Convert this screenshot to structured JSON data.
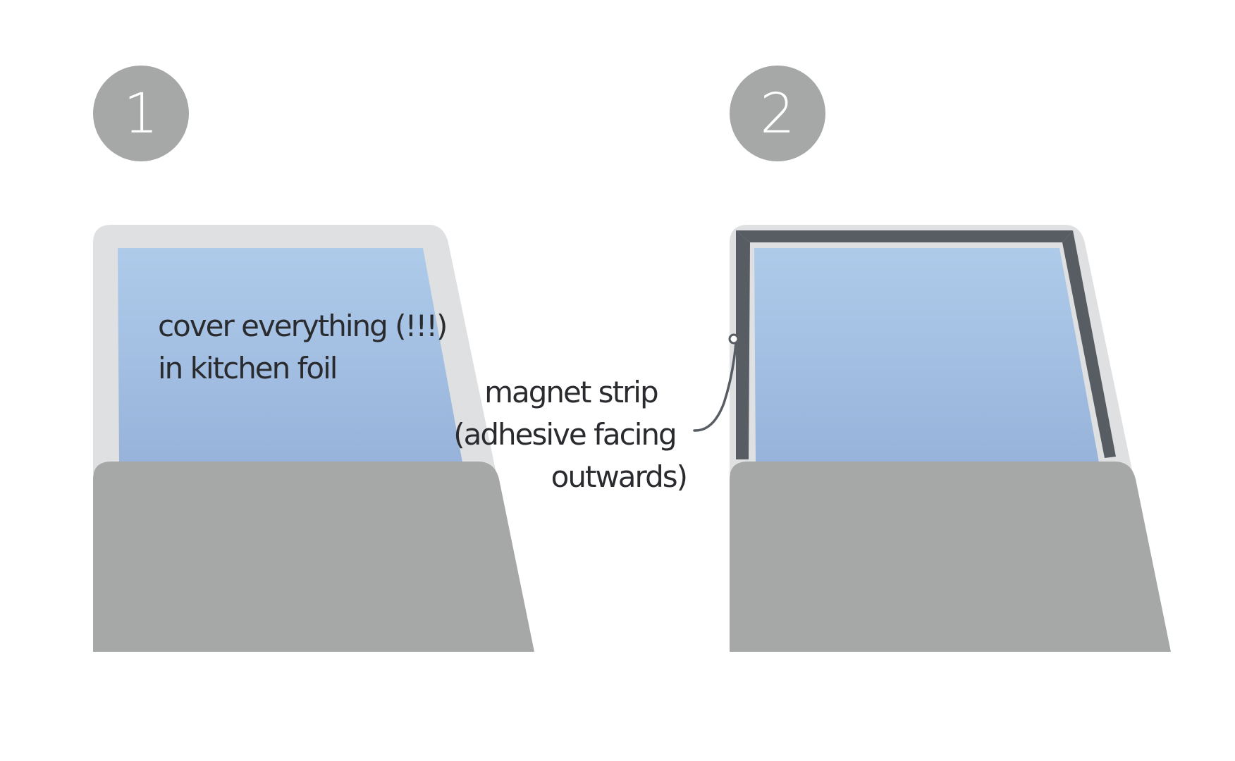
{
  "colors": {
    "background": "#ffffff",
    "badge": "#a5a8a7",
    "frame": "#dfe0e2",
    "dashboard": "#a5a8a7",
    "glass_top": "#aecbea",
    "glass_bottom": "#98b3da",
    "magnet_strip": "#585c63",
    "text": "#2a2b2e"
  },
  "step1": {
    "number": "1",
    "instruction_line1": "cover everything (!!!)",
    "instruction_line2": "in kitchen foil"
  },
  "step2": {
    "number": "2"
  },
  "callout": {
    "line1": "magnet strip",
    "line2": "(adhesive facing",
    "line3": "outwards)"
  }
}
